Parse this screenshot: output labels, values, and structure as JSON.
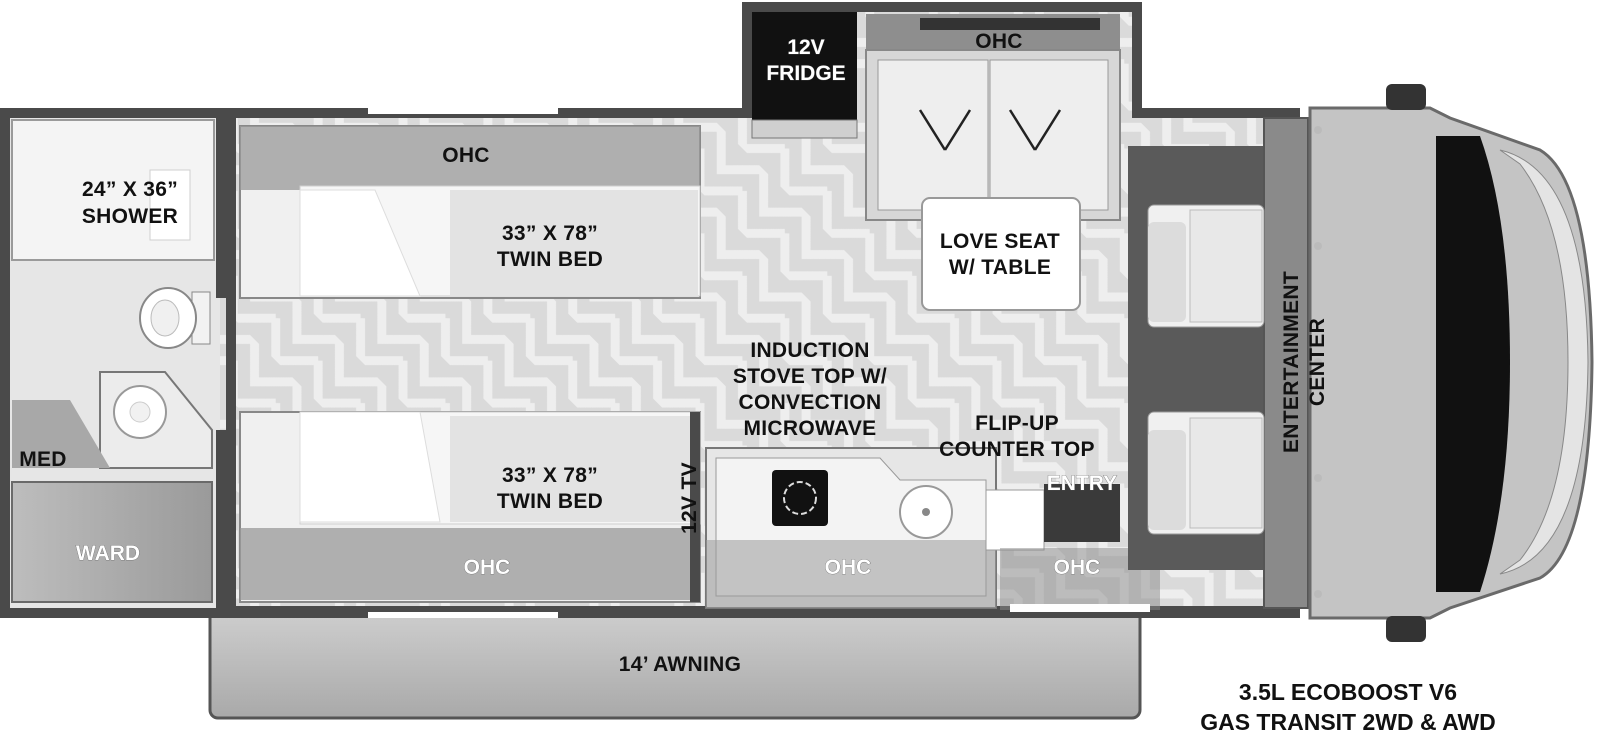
{
  "labels": {
    "fridge_1": "12V",
    "fridge_2": "FRIDGE",
    "ohc": "OHC",
    "shower_1": "24” X 36”",
    "shower_2": "SHOWER",
    "bed_size": "33” X 78”",
    "bed_name": "TWIN BED",
    "loveseat_1": "LOVE SEAT",
    "loveseat_2": "W/ TABLE",
    "stove_1": "INDUCTION",
    "stove_2": "STOVE TOP W/",
    "stove_3": "CONVECTION",
    "stove_4": "MICROWAVE",
    "flipup_1": "FLIP-UP",
    "flipup_2": "COUNTER TOP",
    "entry": "ENTRY",
    "tv": "12V TV",
    "med": "MED",
    "ward": "WARD",
    "entertainment_1": "ENTERTAINMENT",
    "entertainment_2": "CENTER",
    "awning": "14’ AWNING",
    "engine_1": "3.5L ECOBOOST V6",
    "engine_2": "GAS TRANSIT 2WD & AWD"
  },
  "colors": {
    "wall": "#4a4a4a",
    "floor": "#d9d9d9",
    "cabinet": "#8e8e8e",
    "furniture": "#efefef",
    "dark": "#111111"
  }
}
